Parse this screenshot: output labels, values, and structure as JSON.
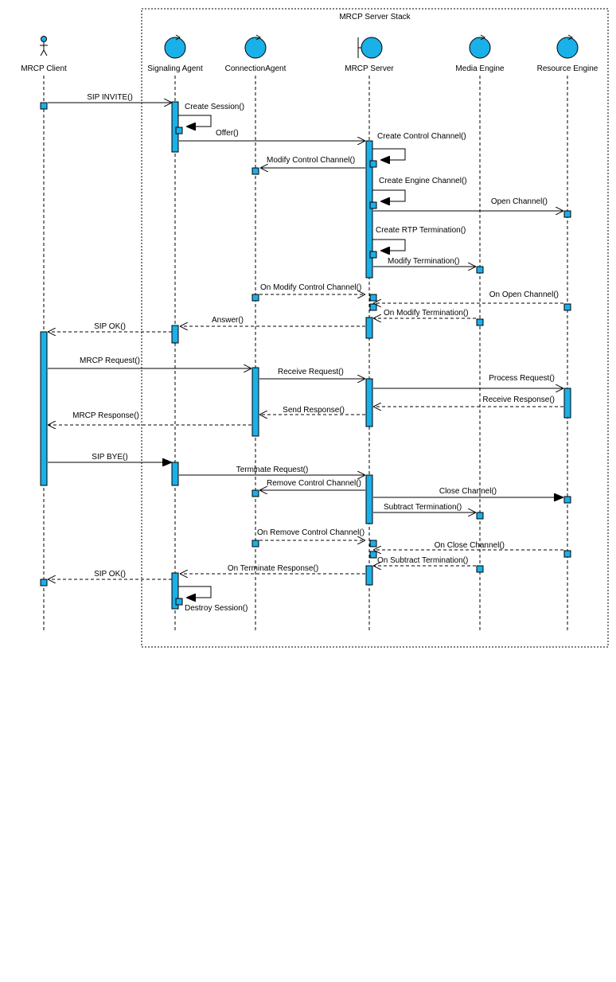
{
  "diagram": {
    "frame_title": "MRCP Server Stack",
    "colors": {
      "fill": "#1AB0E8",
      "stroke": "#000000",
      "background": "#FFFFFF"
    },
    "participants": [
      {
        "id": "client",
        "label": "MRCP Client",
        "icon": "actor-icon"
      },
      {
        "id": "signaling",
        "label": "Signaling Agent",
        "icon": "control-icon"
      },
      {
        "id": "connection",
        "label": "ConnectionAgent",
        "icon": "control-icon"
      },
      {
        "id": "server",
        "label": "MRCP Server",
        "icon": "boundary-icon"
      },
      {
        "id": "media",
        "label": "Media Engine",
        "icon": "control-icon"
      },
      {
        "id": "resource",
        "label": "Resource Engine",
        "icon": "control-icon"
      }
    ],
    "messages": [
      {
        "from": "client",
        "to": "signaling",
        "label": "SIP INVITE()",
        "kind": "async"
      },
      {
        "from": "signaling",
        "to": "signaling",
        "label": "Create Session()",
        "kind": "self"
      },
      {
        "from": "signaling",
        "to": "server",
        "label": "Offer()",
        "kind": "async"
      },
      {
        "from": "server",
        "to": "server",
        "label": "Create Control Channel()",
        "kind": "self"
      },
      {
        "from": "server",
        "to": "connection",
        "label": "Modify Control Channel()",
        "kind": "async"
      },
      {
        "from": "server",
        "to": "server",
        "label": "Create Engine Channel()",
        "kind": "self"
      },
      {
        "from": "server",
        "to": "resource",
        "label": "Open Channel()",
        "kind": "async"
      },
      {
        "from": "server",
        "to": "server",
        "label": "Create RTP Termination()",
        "kind": "self"
      },
      {
        "from": "server",
        "to": "media",
        "label": "Modify Termination()",
        "kind": "async"
      },
      {
        "from": "connection",
        "to": "server",
        "label": "On Modify Control Channel()",
        "kind": "return"
      },
      {
        "from": "resource",
        "to": "server",
        "label": "On Open Channel()",
        "kind": "return"
      },
      {
        "from": "media",
        "to": "server",
        "label": "On Modify Termination()",
        "kind": "return"
      },
      {
        "from": "server",
        "to": "signaling",
        "label": "Answer()",
        "kind": "return"
      },
      {
        "from": "signaling",
        "to": "client",
        "label": "SIP OK()",
        "kind": "return"
      },
      {
        "from": "client",
        "to": "connection",
        "label": "MRCP Request()",
        "kind": "async"
      },
      {
        "from": "connection",
        "to": "server",
        "label": "Receive Request()",
        "kind": "async"
      },
      {
        "from": "server",
        "to": "resource",
        "label": "Process Request()",
        "kind": "async"
      },
      {
        "from": "resource",
        "to": "server",
        "label": "Receive Response()",
        "kind": "return"
      },
      {
        "from": "server",
        "to": "connection",
        "label": "Send Response()",
        "kind": "return"
      },
      {
        "from": "connection",
        "to": "client",
        "label": "MRCP Response()",
        "kind": "return"
      },
      {
        "from": "client",
        "to": "signaling",
        "label": "SIP BYE()",
        "kind": "sync"
      },
      {
        "from": "signaling",
        "to": "server",
        "label": "Terminate Request()",
        "kind": "async"
      },
      {
        "from": "server",
        "to": "connection",
        "label": "Remove Control Channel()",
        "kind": "async"
      },
      {
        "from": "server",
        "to": "resource",
        "label": "Close Channel()",
        "kind": "sync"
      },
      {
        "from": "server",
        "to": "media",
        "label": "Subtract Termination()",
        "kind": "async"
      },
      {
        "from": "connection",
        "to": "server",
        "label": "On Remove Control Channel()",
        "kind": "return"
      },
      {
        "from": "resource",
        "to": "server",
        "label": "On Close Channel()",
        "kind": "return"
      },
      {
        "from": "media",
        "to": "server",
        "label": "On Subtract Termination()",
        "kind": "return"
      },
      {
        "from": "server",
        "to": "signaling",
        "label": "On Terminate Response()",
        "kind": "return"
      },
      {
        "from": "signaling",
        "to": "client",
        "label": "SIP OK()",
        "kind": "return"
      },
      {
        "from": "signaling",
        "to": "signaling",
        "label": "Destroy Session()",
        "kind": "self"
      }
    ]
  }
}
